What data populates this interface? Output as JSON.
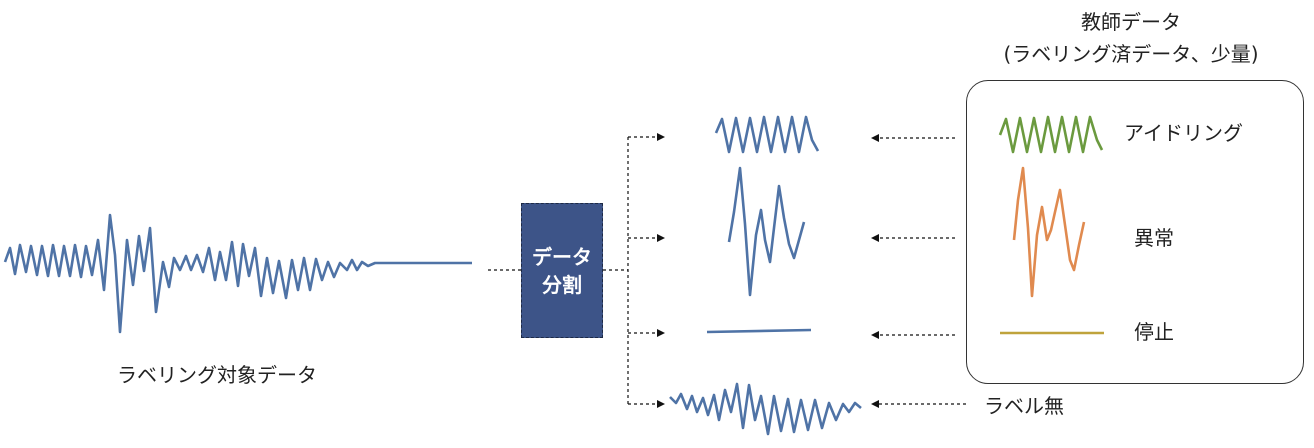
{
  "target_label": "ラベリング対象データ",
  "split": {
    "line1": "データ",
    "line2": "分割"
  },
  "teacher": {
    "title1": "教師データ",
    "title2": "(ラベリング済データ、少量)"
  },
  "categories": [
    {
      "label": "アイドリング",
      "color": "#6b9a3f"
    },
    {
      "label": "異常",
      "color": "#e08a4f"
    },
    {
      "label": "停止",
      "color": "#bfa33c"
    }
  ],
  "unlabeled": "ラベル無",
  "colors": {
    "signal": "#4f73a6",
    "split_box": "#3d5488",
    "arrow": "#111111"
  }
}
